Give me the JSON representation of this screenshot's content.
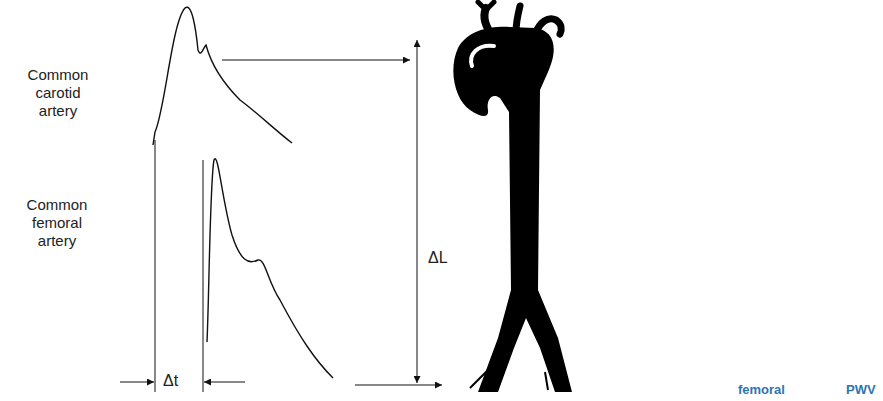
{
  "diagram": {
    "labels": [
      "Common carotid artery",
      "Common femoral artery",
      "Δt",
      "ΔL",
      "femoral",
      "PWV"
    ]
  }
}
